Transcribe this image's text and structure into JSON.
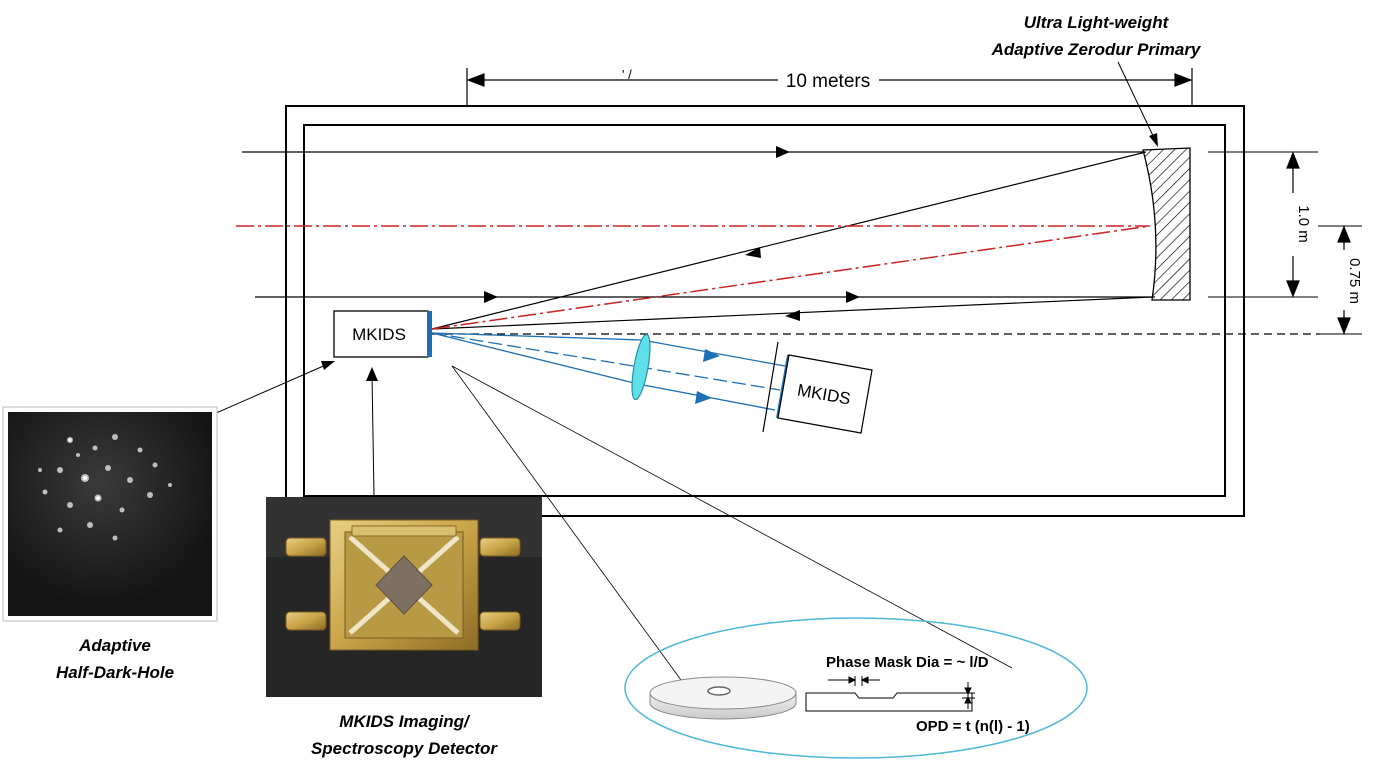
{
  "labels": {
    "primary_line1": "Ultra Light-weight",
    "primary_line2": "Adaptive Zerodur Primary",
    "length": "10 meters",
    "small_mark": "' /",
    "height_1": "1.0 m",
    "height_2": "0.75 m",
    "mkids_main": "MKIDS",
    "mkids_secondary": "MKIDS",
    "dark_hole_line1": "Adaptive",
    "dark_hole_line2": "Half-Dark-Hole",
    "detector_line1": "MKIDS Imaging/",
    "detector_line2": "Spectroscopy Detector",
    "phase_mask": "Phase Mask Dia = ~ l/D",
    "opd": "OPD = t (n(l) - 1)"
  },
  "colors": {
    "ink": "#000000",
    "red_axis": "#cc2222",
    "blue_beam": "#1f6fb5",
    "lens": "#5ee0ea",
    "detector_edge": "#1f6fb5",
    "ellipse": "#4fb8d8",
    "gold": "#c9a449",
    "dark_image": "#1b1b1b"
  }
}
